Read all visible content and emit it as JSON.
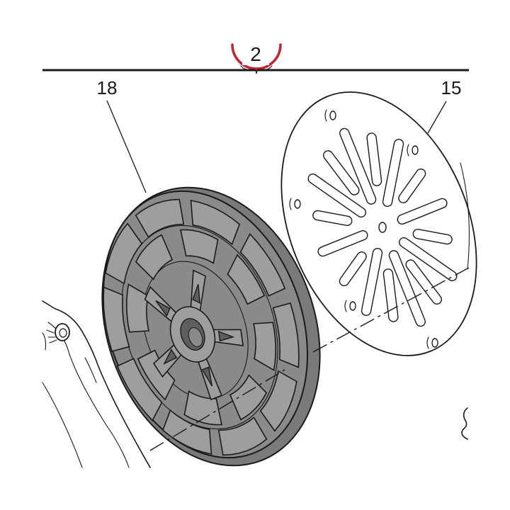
{
  "section": {
    "number": "2"
  },
  "callouts": [
    {
      "id": "pad",
      "label": "18"
    },
    {
      "id": "plate",
      "label": "15"
    }
  ],
  "colors": {
    "accent": "#c8202e",
    "ink": "#1a1a1a",
    "pad": "#8a8a8a"
  }
}
